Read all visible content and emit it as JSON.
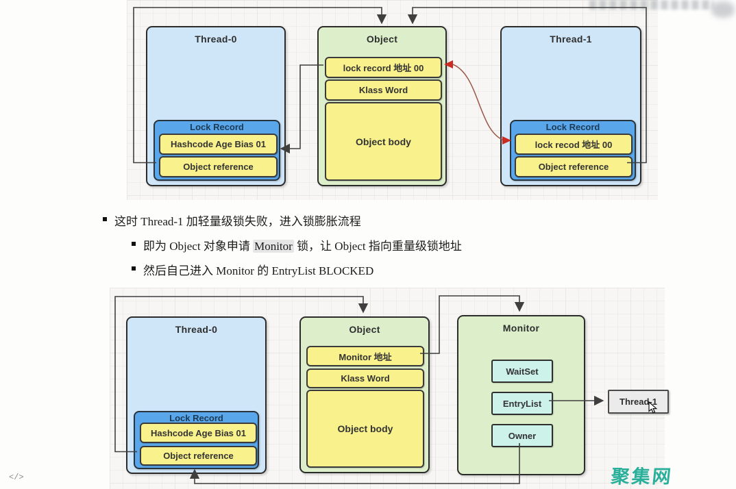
{
  "top_diagram": {
    "thread0": {
      "title": "Thread-0",
      "lock_record": {
        "title": "Lock Record",
        "slots": [
          "Hashcode Age Bias 01",
          "Object reference"
        ]
      }
    },
    "object": {
      "title": "Object",
      "slots": [
        "lock record 地址 00",
        "Klass Word"
      ],
      "body_label": "Object body"
    },
    "thread1": {
      "title": "Thread-1",
      "lock_record": {
        "title": "Lock Record",
        "slots": [
          "lock recod 地址 00",
          "Object reference"
        ]
      }
    }
  },
  "notes": {
    "bullets": [
      {
        "text": "这时 Thread-1 加轻量级锁失败，进入锁膨胀流程"
      },
      {
        "pre": "即为 Object 对象申请 ",
        "highlight": "Monitor",
        "post": " 锁，让 Object 指向重量级锁地址"
      },
      {
        "text": "然后自己进入 Monitor 的 EntryList BLOCKED"
      }
    ]
  },
  "bottom_diagram": {
    "thread0": {
      "title": "Thread-0",
      "lock_record": {
        "title": "Lock Record",
        "slots": [
          "Hashcode Age Bias 01",
          "Object reference"
        ]
      }
    },
    "object": {
      "title": "Object",
      "slots": [
        "Monitor 地址",
        "Klass Word"
      ],
      "body_label": "Object body"
    },
    "monitor": {
      "title": "Monitor",
      "slots": [
        "WaitSet",
        "EntryList",
        "Owner"
      ]
    },
    "thread1_node": {
      "label": "Thread-1"
    }
  },
  "page": {
    "code_icon": "</>",
    "watermark": "聚集网"
  },
  "colors": {
    "thread_fill": "#cfe6f9",
    "lock_record_fill": "#59a7ea",
    "slot_fill": "#f8f18c",
    "object_fill": "#dcefca",
    "monitor_item_fill": "#ccf2e9",
    "gray_node_fill": "#ebebeb",
    "connector": "#3f3f3f",
    "red_arrow": "#cc2b22",
    "watermark": "#2ab09a"
  }
}
